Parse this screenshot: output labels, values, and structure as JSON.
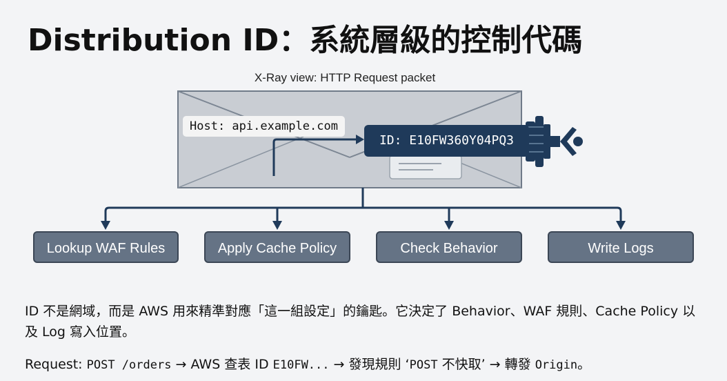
{
  "title": "Distribution ID：系統層級的控制代碼",
  "diagram": {
    "xray_label": "X-Ray view: HTTP Request packet",
    "host_label": "Host: api.example.com",
    "id_label": "ID: E10FW360Y04PQ3",
    "actions": [
      {
        "label": "Lookup WAF Rules"
      },
      {
        "label": "Apply Cache Policy"
      },
      {
        "label": "Check Behavior"
      },
      {
        "label": "Write Logs"
      }
    ],
    "icons": [
      "envelope-icon",
      "key-icon",
      "arrow-icon"
    ]
  },
  "description": "ID 不是網域，而是 AWS 用來精準對應「這一組設定」的鑰匙。它決定了 Behavior、WAF 規則、Cache Policy 以及 Log 寫入位置。",
  "request": {
    "prefix": "Request: ",
    "method_path": "POST /orders",
    "arrow1": " → AWS 查表 ID ",
    "id_short": "E10FW...",
    "arrow2": " → 發現規則 ‘",
    "rule_code": "POST",
    "rule_text": " 不快取’ → 轉發 ",
    "origin": "Origin",
    "end": "。"
  },
  "colors": {
    "navy": "#1f3a5a",
    "box_fill": "#657385",
    "envelope_fill": "#c9cdd3"
  }
}
